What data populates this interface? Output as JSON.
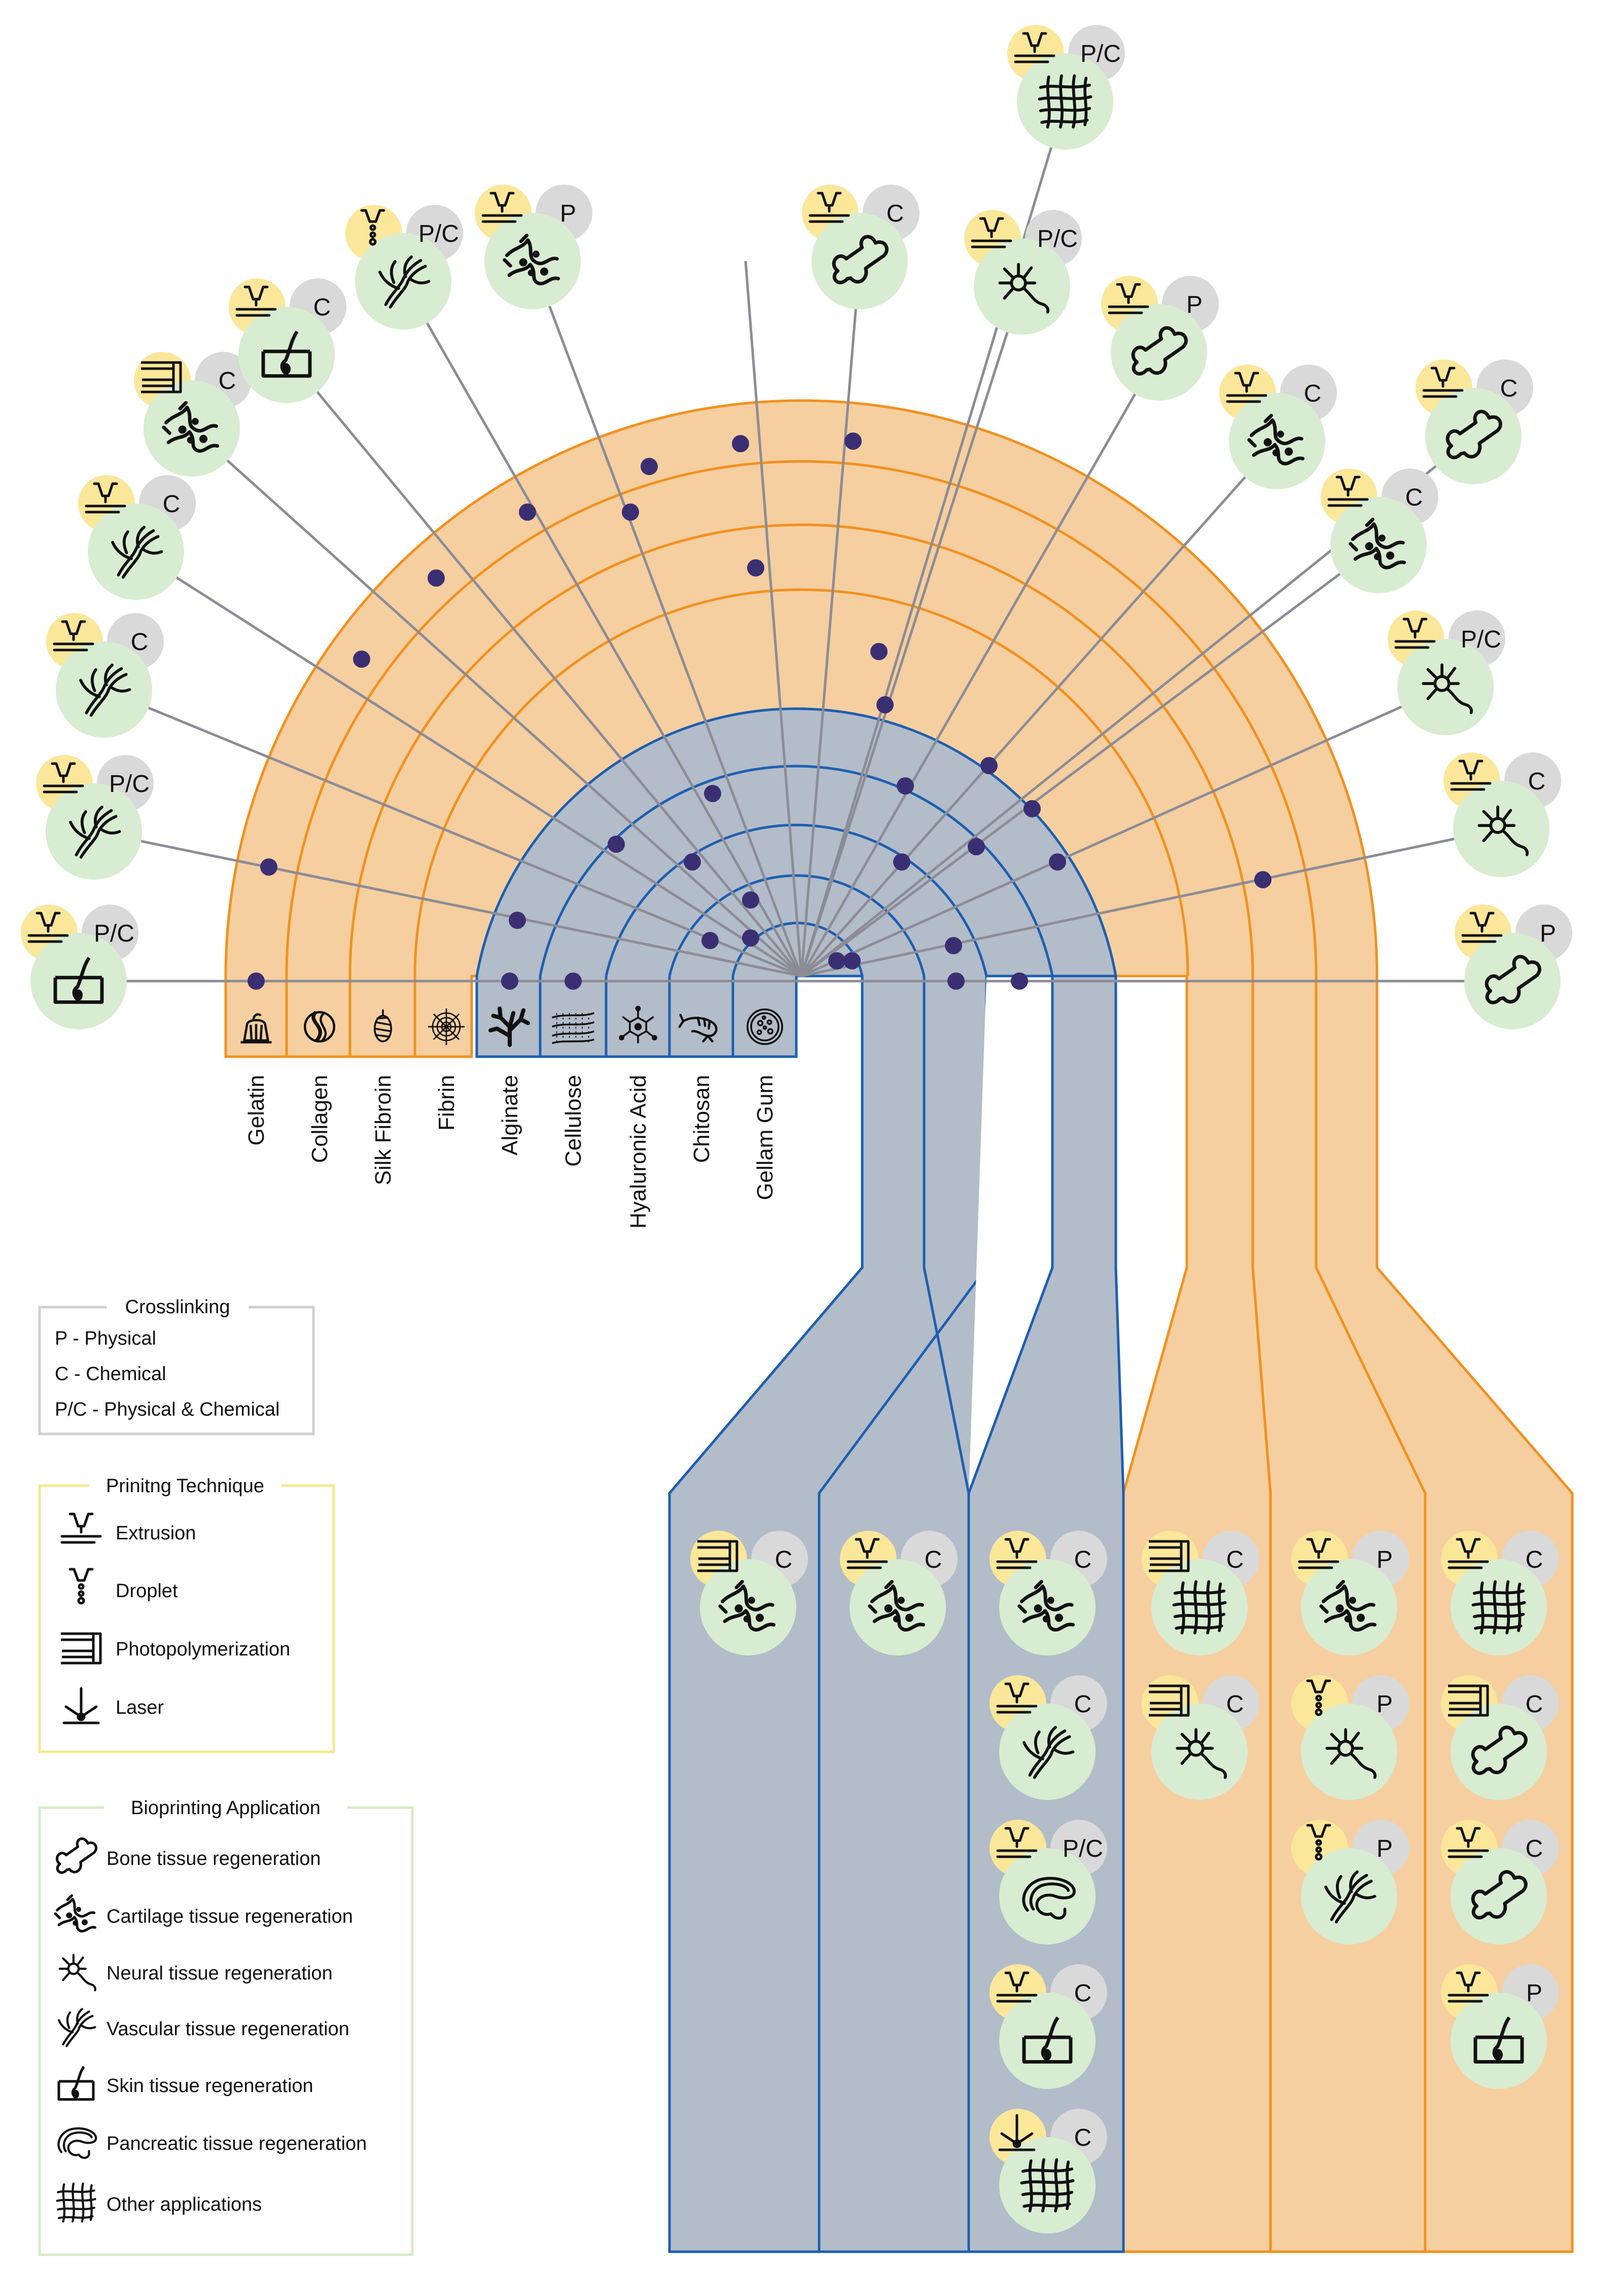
{
  "colors": {
    "natural_fill": "#f5cfa0",
    "natural_stroke": "#f2911f",
    "synthetic_fill": "#b3bcc9",
    "synthetic_stroke": "#1d5fb0",
    "connector": "#8c8c96",
    "dot": "#3b2f73",
    "technique_badge": "#fae79a",
    "crosslink_badge": "#d9d9d9",
    "application_badge": "#d8ecd1",
    "legend_crosslinking_border": "#cfcfcf",
    "legend_technique_border": "#f5e88c",
    "legend_application_border": "#d7ecc8"
  },
  "materials": [
    {
      "name": "Gelatin",
      "icon": "jelly-icon"
    },
    {
      "name": "Collagen",
      "icon": "collagen-icon"
    },
    {
      "name": "Silk Fibroin",
      "icon": "cocoon-icon"
    },
    {
      "name": "Fibrin",
      "icon": "web-icon"
    },
    {
      "name": "Alginate",
      "icon": "seaweed-icon"
    },
    {
      "name": "Cellulose",
      "icon": "fiber-icon"
    },
    {
      "name": "Hyaluronic Acid",
      "icon": "molecule-icon"
    },
    {
      "name": "Chitosan",
      "icon": "shrimp-icon"
    },
    {
      "name": "Gellam Gum",
      "icon": "petri-dish-icon"
    }
  ],
  "badges": [
    {
      "technique": "extrusion",
      "crosslink": "P/C",
      "application": "skin"
    },
    {
      "technique": "extrusion",
      "crosslink": "P/C",
      "application": "vascular"
    },
    {
      "technique": "extrusion",
      "crosslink": "C",
      "application": "vascular"
    },
    {
      "technique": "extrusion",
      "crosslink": "C",
      "application": "vascular"
    },
    {
      "technique": "photopolymerization",
      "crosslink": "C",
      "application": "cartilage"
    },
    {
      "technique": "extrusion",
      "crosslink": "C",
      "application": "skin"
    },
    {
      "technique": "droplet",
      "crosslink": "P/C",
      "application": "vascular"
    },
    {
      "technique": "extrusion",
      "crosslink": "P",
      "application": "cartilage"
    },
    {
      "technique": "extrusion",
      "crosslink": "C",
      "application": "bone"
    },
    {
      "technique": "extrusion",
      "crosslink": "P/C",
      "application": "other"
    },
    {
      "technique": "extrusion",
      "crosslink": "P/C",
      "application": "neural"
    },
    {
      "technique": "extrusion",
      "crosslink": "P",
      "application": "bone"
    },
    {
      "technique": "extrusion",
      "crosslink": "C",
      "application": "cartilage"
    },
    {
      "technique": "extrusion",
      "crosslink": "C",
      "application": "cartilage"
    },
    {
      "technique": "extrusion",
      "crosslink": "C",
      "application": "bone"
    },
    {
      "technique": "extrusion",
      "crosslink": "P/C",
      "application": "neural"
    },
    {
      "technique": "extrusion",
      "crosslink": "C",
      "application": "neural"
    },
    {
      "technique": "extrusion",
      "crosslink": "P",
      "application": "bone"
    },
    {
      "technique": "photopolymerization",
      "crosslink": "C",
      "application": "cartilage"
    },
    {
      "technique": "extrusion",
      "crosslink": "C",
      "application": "cartilage"
    },
    {
      "technique": "extrusion",
      "crosslink": "C",
      "application": "cartilage"
    },
    {
      "technique": "extrusion",
      "crosslink": "C",
      "application": "vascular"
    },
    {
      "technique": "extrusion",
      "crosslink": "P/C",
      "application": "pancreatic"
    },
    {
      "technique": "extrusion",
      "crosslink": "C",
      "application": "skin"
    },
    {
      "technique": "laser",
      "crosslink": "C",
      "application": "other"
    },
    {
      "technique": "photopolymerization",
      "crosslink": "C",
      "application": "other"
    },
    {
      "technique": "photopolymerization",
      "crosslink": "C",
      "application": "neural"
    },
    {
      "technique": "extrusion",
      "crosslink": "P",
      "application": "cartilage"
    },
    {
      "technique": "droplet",
      "crosslink": "P",
      "application": "neural"
    },
    {
      "technique": "droplet",
      "crosslink": "P",
      "application": "vascular"
    },
    {
      "technique": "extrusion",
      "crosslink": "C",
      "application": "other"
    },
    {
      "technique": "photopolymerization",
      "crosslink": "C",
      "application": "bone"
    },
    {
      "technique": "extrusion",
      "crosslink": "C",
      "application": "bone"
    },
    {
      "technique": "extrusion",
      "crosslink": "P",
      "application": "skin"
    }
  ],
  "legend": {
    "crosslinking": {
      "title": "Crosslinking",
      "items": [
        "P - Physical",
        "C - Chemical",
        "P/C - Physical & Chemical"
      ]
    },
    "technique": {
      "title": "Prinitng Technique",
      "items": [
        {
          "icon": "extrusion-icon",
          "label": "Extrusion"
        },
        {
          "icon": "droplet-icon",
          "label": "Droplet"
        },
        {
          "icon": "photopolymerization-icon",
          "label": "Photopolymerization"
        },
        {
          "icon": "laser-icon",
          "label": "Laser"
        }
      ]
    },
    "application": {
      "title": "Bioprinting Application",
      "items": [
        {
          "icon": "bone-icon",
          "label": "Bone tissue regeneration"
        },
        {
          "icon": "cartilage-icon",
          "label": "Cartilage tissue regeneration"
        },
        {
          "icon": "neural-icon",
          "label": "Neural tissue regeneration"
        },
        {
          "icon": "vascular-icon",
          "label": "Vascular tissue regeneration"
        },
        {
          "icon": "skin-icon",
          "label": "Skin tissue regeneration"
        },
        {
          "icon": "pancreatic-icon",
          "label": "Pancreatic tissue regeneration"
        },
        {
          "icon": "other-applications-icon",
          "label": "Other applications"
        }
      ]
    }
  }
}
